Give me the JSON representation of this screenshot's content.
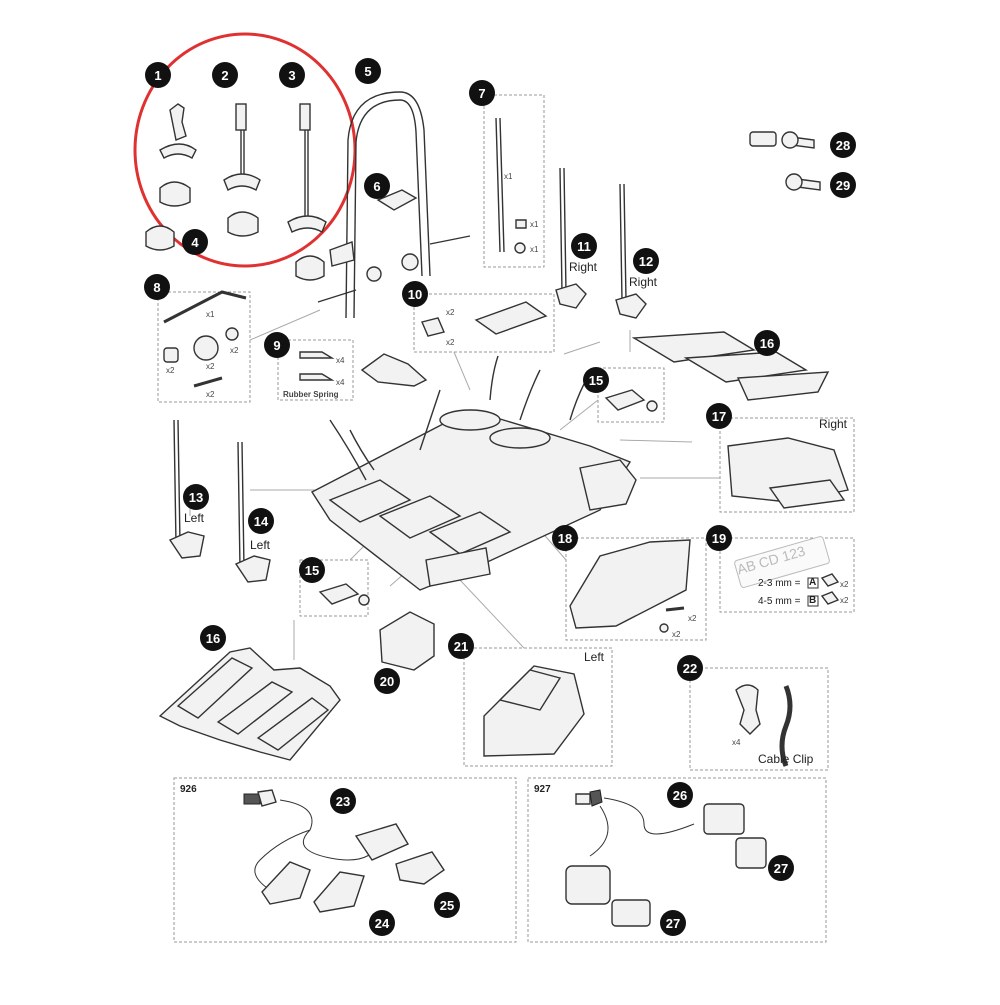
{
  "badges": [
    "1",
    "2",
    "3",
    "4",
    "5",
    "6",
    "7",
    "8",
    "9",
    "10",
    "11",
    "12",
    "13",
    "14",
    "15",
    "16",
    "17",
    "18",
    "19",
    "20",
    "21",
    "22",
    "23",
    "24",
    "25",
    "26",
    "27",
    "28",
    "29"
  ],
  "labels": {
    "right": "Right",
    "left": "Left",
    "rubber_spring": "Rubber Spring",
    "cable_clip": "Cable Clip",
    "plate_text": "AB CD 123",
    "spec_a": "2-3 mm =",
    "spec_b": "4-5 mm =",
    "letter_a": "A",
    "letter_b": "B",
    "x1": "x1",
    "x2": "x2",
    "x4": "x4",
    "model_926": "926",
    "model_927": "927"
  },
  "colors": {
    "highlight_circle": "#e03131",
    "badge": "#111111"
  }
}
